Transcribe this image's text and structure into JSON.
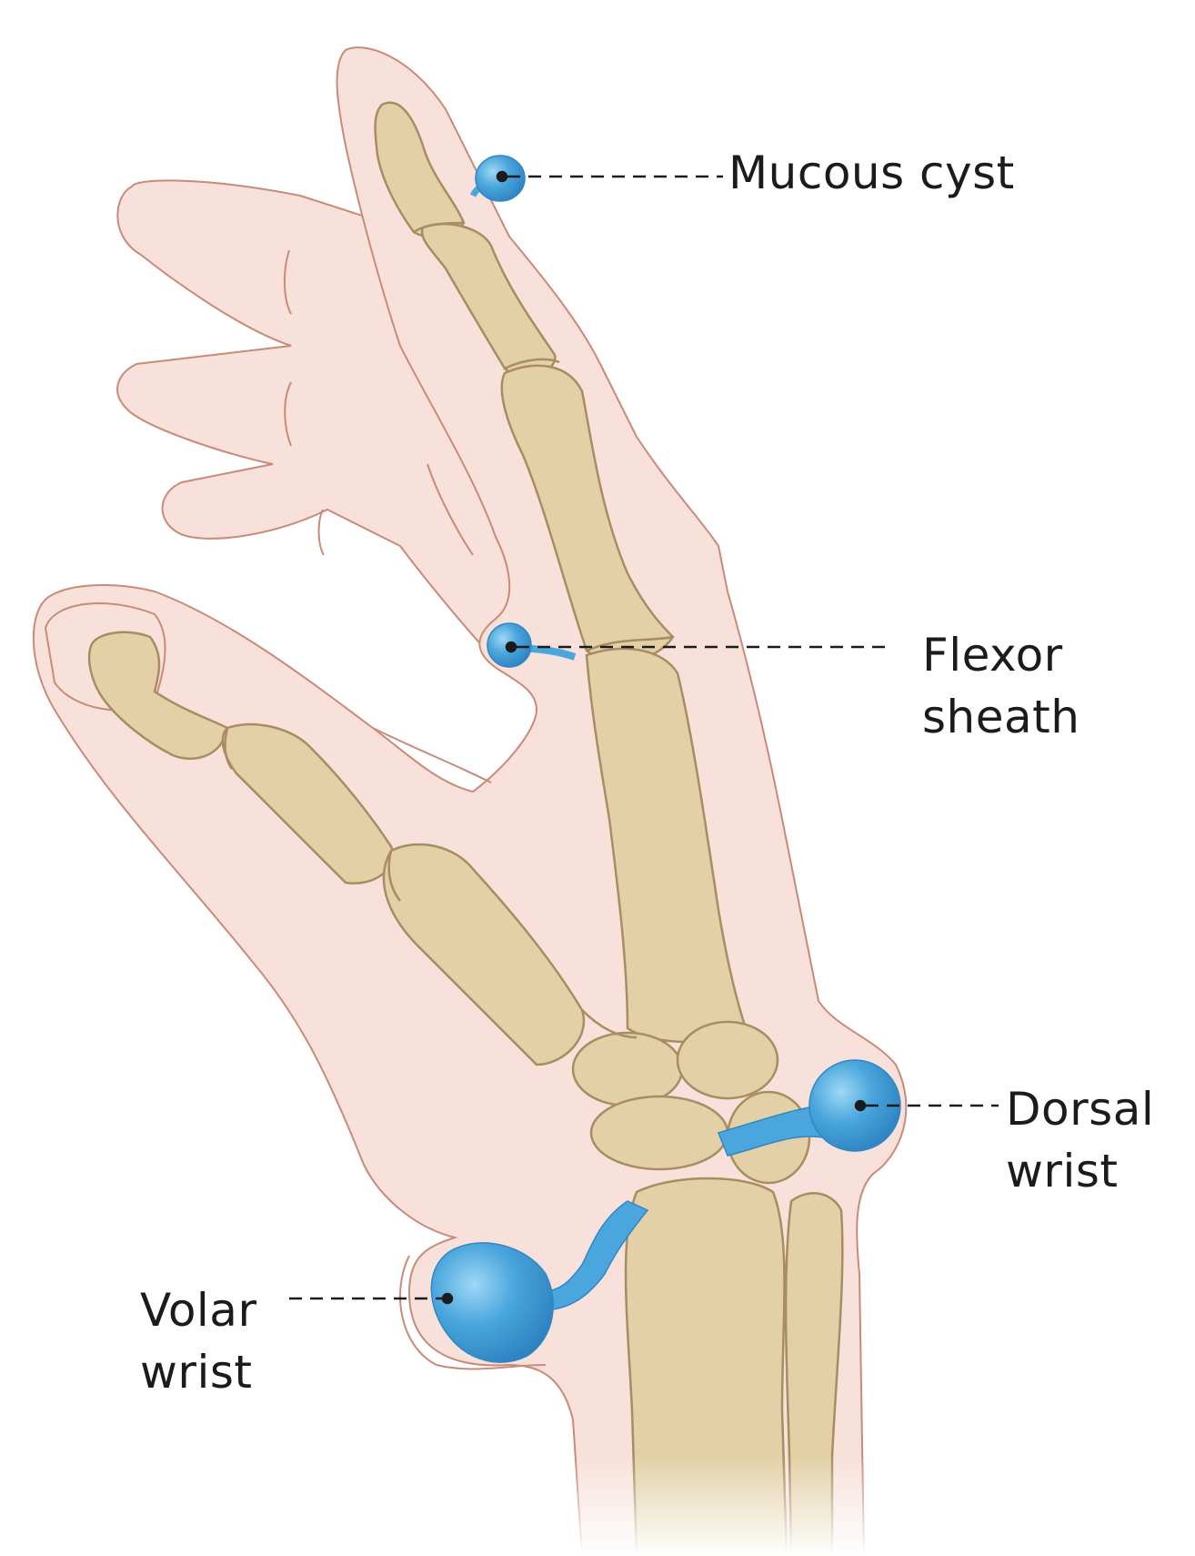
{
  "labels": {
    "mucous_cyst": {
      "line1": "Mucous cyst"
    },
    "flexor_sheath": {
      "line1": "Flexor",
      "line2": "sheath"
    },
    "dorsal_wrist": {
      "line1": "Dorsal",
      "line2": "wrist"
    },
    "volar_wrist": {
      "line1": "Volar",
      "line2": "wrist"
    }
  },
  "colors": {
    "skin_fill": "#f8e1da",
    "skin_outline": "#c98a78",
    "bone_fill": "#e3d0a6",
    "bone_outline": "#a98c61",
    "cyst_fill": "#4aa6dc",
    "cyst_highlight": "#8fd0f3",
    "leader_line": "#1b1b1b"
  }
}
